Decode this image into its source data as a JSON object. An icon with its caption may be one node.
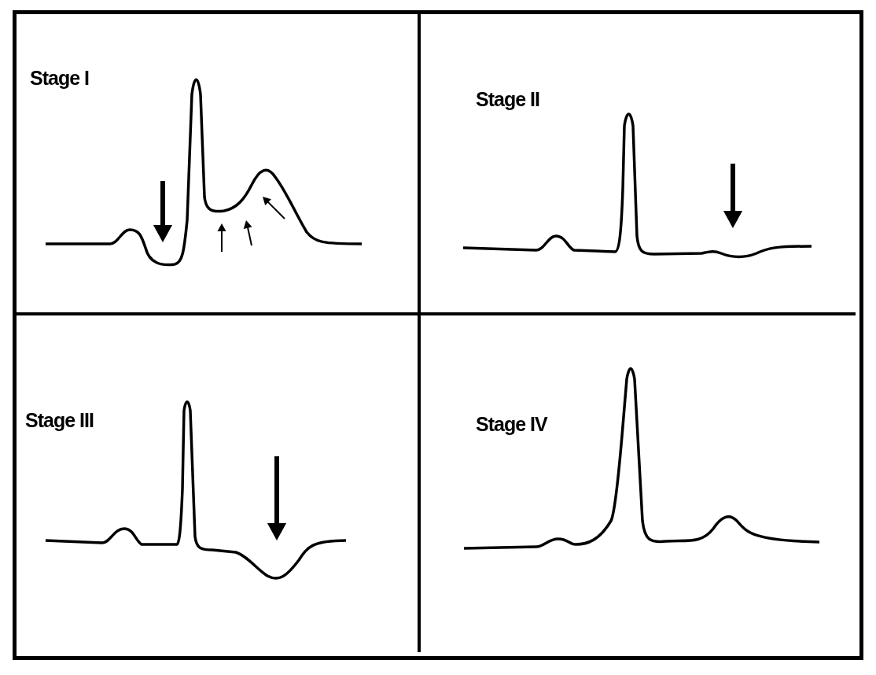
{
  "diagram": {
    "nodes": [
      {
        "text": [
          "Stage I"
        ]
      },
      {
        "text": [
          "Stage II"
        ]
      },
      {
        "text": [
          "Stage III"
        ]
      },
      {
        "text": [
          "Stage IV"
        ]
      }
    ]
  }
}
